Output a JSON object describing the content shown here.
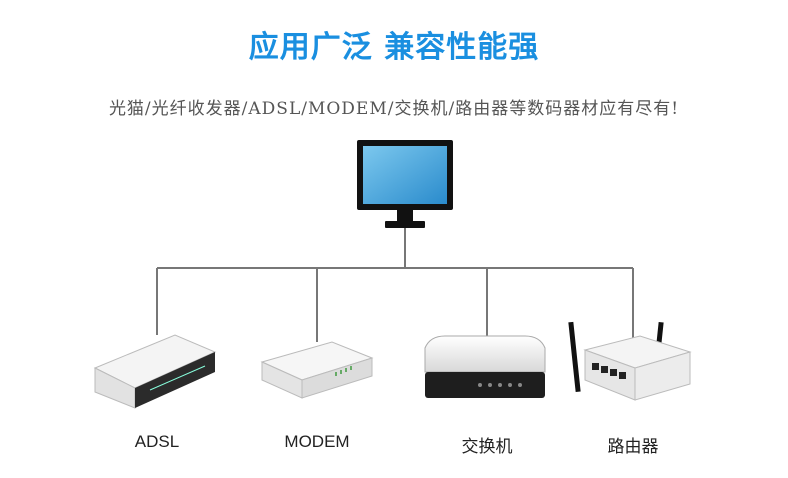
{
  "headline": "应用广泛 兼容性能强",
  "subline": "光猫/光纤收发器/ADSL/MODEM/交换机/路由器等数码器材应有尽有!",
  "devices": [
    {
      "label": "ADSL",
      "icon": "adsl-modem-icon"
    },
    {
      "label": "MODEM",
      "icon": "modem-icon"
    },
    {
      "label": "交换机",
      "icon": "switch-icon"
    },
    {
      "label": "路由器",
      "icon": "router-icon"
    }
  ],
  "colors": {
    "accent": "#1a8fe0",
    "screen": "#3aa0d8",
    "line": "#777777"
  }
}
